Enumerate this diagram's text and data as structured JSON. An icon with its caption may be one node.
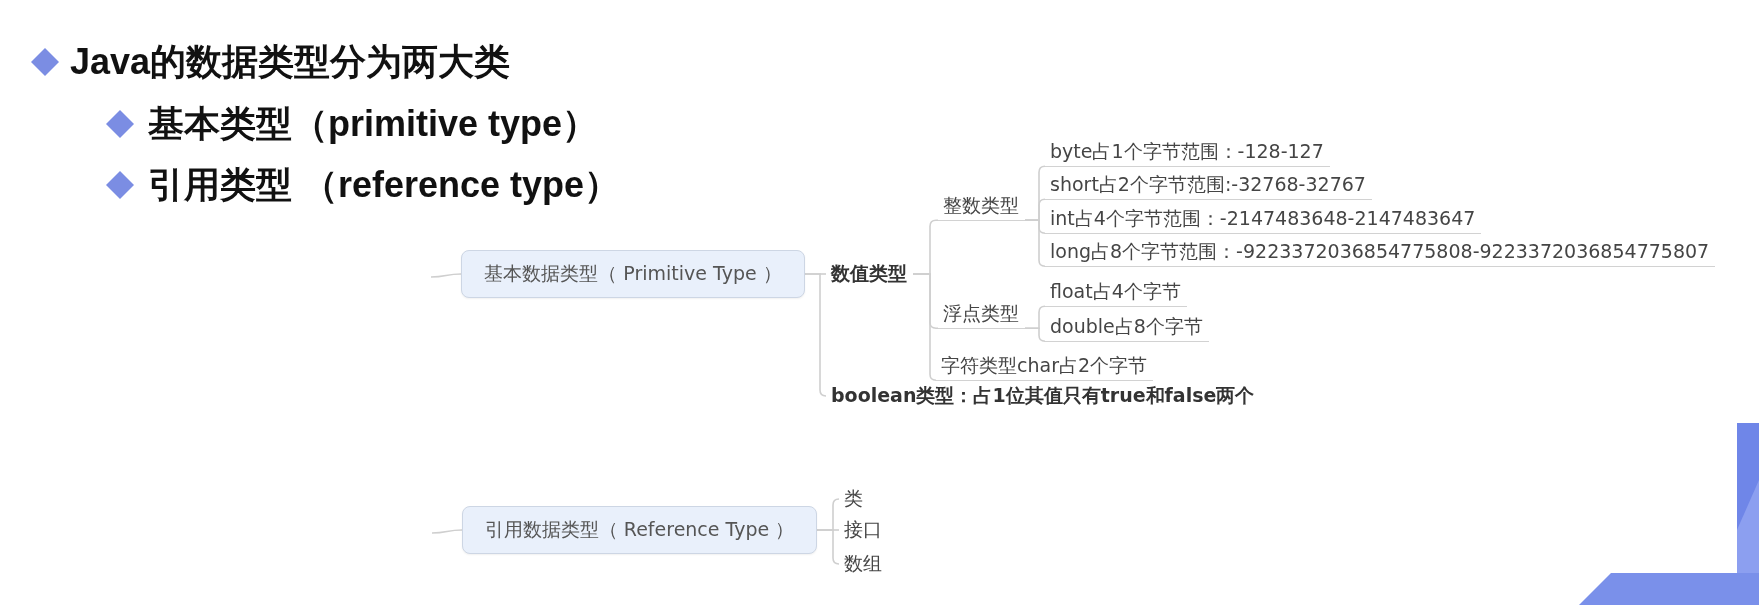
{
  "diagram": {
    "nodes": [
      {
        "text": [
          "基本数据类型（ Primitive Type ）"
        ]
      },
      {
        "text": [
          "数值类型"
        ]
      },
      {
        "text": [
          "整数类型"
        ]
      },
      {
        "text": [
          "byte占1个字节范围：-128-127"
        ]
      },
      {
        "text": [
          "short占2个字节范围:-32768-32767"
        ]
      },
      {
        "text": [
          "int占4个字节范围：-2147483648-2147483647"
        ]
      },
      {
        "text": [
          "long占8个字节范围：-9223372036854775808-9223372036854775807"
        ]
      },
      {
        "text": [
          "浮点类型"
        ]
      },
      {
        "text": [
          "float占4个字节"
        ]
      },
      {
        "text": [
          "double占8个字节"
        ]
      },
      {
        "text": [
          "字符类型char占2个字节"
        ]
      },
      {
        "text": [
          "boolean类型：占1位其值只有true和false两个"
        ]
      },
      {
        "text": [
          "引用数据类型（ Reference Type ）"
        ]
      },
      {
        "text": [
          "类"
        ]
      },
      {
        "text": [
          "接口"
        ]
      },
      {
        "text": [
          "数组"
        ]
      }
    ],
    "edges": [
      {
        "from": null,
        "to": 0,
        "arrow": "none"
      },
      {
        "from": 0,
        "to": 1,
        "arrow": "none"
      },
      {
        "from": 0,
        "to": 11,
        "arrow": "none"
      },
      {
        "from": 1,
        "to": 2,
        "arrow": "none"
      },
      {
        "from": 1,
        "to": 7,
        "arrow": "none"
      },
      {
        "from": 1,
        "to": 10,
        "arrow": "none"
      },
      {
        "from": 2,
        "to": 3,
        "arrow": "none"
      },
      {
        "from": 2,
        "to": 4,
        "arrow": "none"
      },
      {
        "from": 2,
        "to": 5,
        "arrow": "none"
      },
      {
        "from": 2,
        "to": 6,
        "arrow": "none"
      },
      {
        "from": 7,
        "to": 8,
        "arrow": "none"
      },
      {
        "from": 7,
        "to": 9,
        "arrow": "none"
      },
      {
        "from": null,
        "to": 12,
        "arrow": "none"
      },
      {
        "from": 12,
        "to": 13,
        "arrow": "none"
      },
      {
        "from": 12,
        "to": 14,
        "arrow": "none"
      },
      {
        "from": 12,
        "to": 15,
        "arrow": "none"
      }
    ],
    "labels": [
      "Java的数据类型分为两大类",
      "基本类型（primitive type）",
      "引用类型 （reference type）"
    ]
  }
}
